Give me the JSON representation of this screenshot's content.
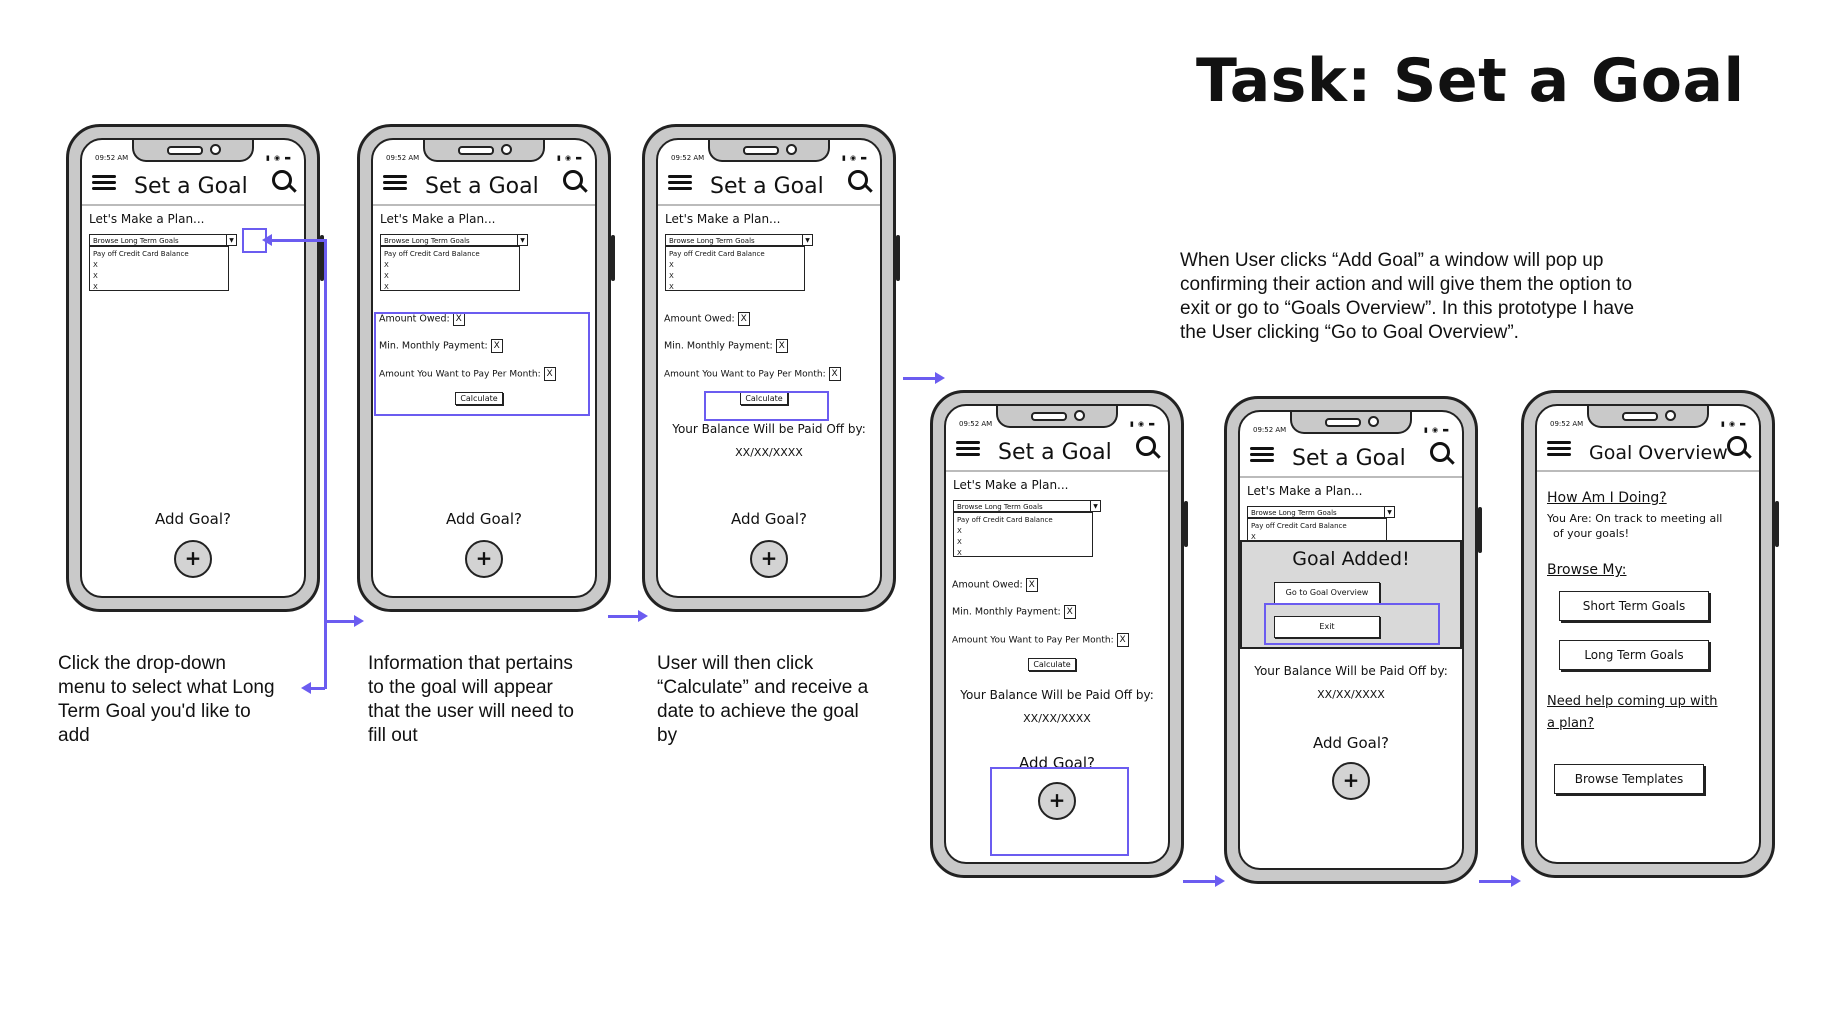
{
  "title": "Task: Set a Goal",
  "status": {
    "time": "09:52 AM",
    "icons": "▮ ◉ ▬"
  },
  "common": {
    "header_title": "Set a Goal",
    "plan_heading": "Let's Make a Plan...",
    "dropdown_value": "Browse Long Term Goals",
    "dropdown_options": [
      "Pay off Credit Card Balance",
      "X",
      "X",
      "X"
    ],
    "amount_owed": "Amount Owed:",
    "min_payment": "Min. Monthly Payment:",
    "want_to_pay": "Amount You Want to Pay Per Month:",
    "x": "X",
    "calculate": "Calculate",
    "balance_label": "Your Balance Will be Paid Off by:",
    "balance_value": "XX/XX/XXXX",
    "add_goal": "Add Goal?",
    "plus": "+"
  },
  "popup": {
    "title": "Goal Added!",
    "go_button": "Go to Goal Overview",
    "exit_button": "Exit"
  },
  "overview": {
    "header_title": "Goal Overview",
    "how_doing": "How Am I Doing?",
    "status_line1": "You Are: On track to meeting all",
    "status_line2": "of your goals!",
    "browse_my": "Browse My:",
    "short_term": "Short Term Goals",
    "long_term": "Long Term Goals",
    "help_line1": "Need help coming up with",
    "help_line2": "a plan?",
    "browse_templates": "Browse Templates"
  },
  "notes": {
    "step1": [
      "Click the drop-down",
      "menu to select what Long",
      "Term Goal you'd like to",
      "add"
    ],
    "step2": [
      "Information that pertains",
      "to the goal will appear",
      "that the user will need to",
      "fill out"
    ],
    "step3": [
      "User will then click",
      "“Calculate” and receive a",
      "date to achieve the goal",
      "by"
    ],
    "popup_note": "When User clicks “Add Goal” a window will pop up confirming their action and will give them the option to exit or go to “Goals Overview”. In this prototype I have the User clicking “Go to Goal Overview”."
  },
  "colors": {
    "highlight": "#6b5cf0",
    "phone_frame": "#c9c9c9"
  }
}
